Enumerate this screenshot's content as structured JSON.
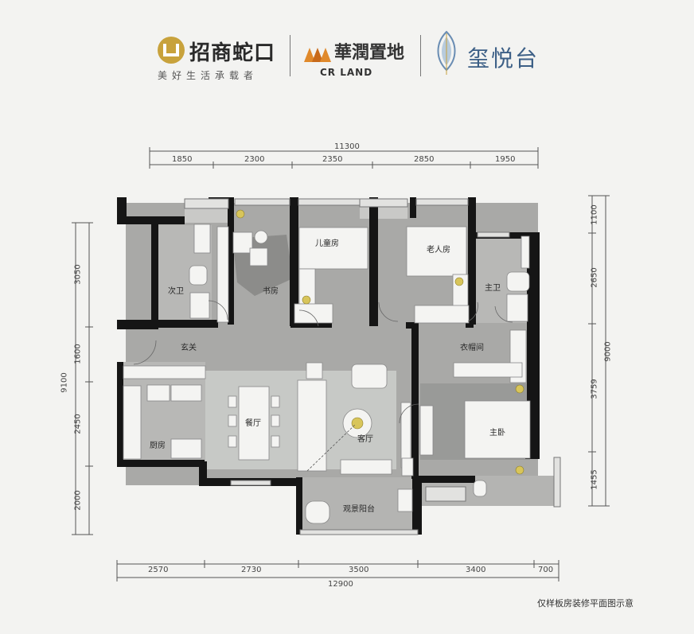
{
  "header": {
    "logo1": {
      "name": "招商蛇口",
      "slogan": "美好生活承载者"
    },
    "logo2": {
      "name": "華潤置地",
      "en": "CR LAND"
    },
    "logo3": {
      "name": "玺悦台"
    }
  },
  "dimensions": {
    "top_total": "11300",
    "top": [
      "1850",
      "2300",
      "2350",
      "2850",
      "1950"
    ],
    "bottom_total": "12900",
    "bottom": [
      "2570",
      "2730",
      "3500",
      "3400",
      "700"
    ],
    "left_total": "9100",
    "left": [
      "3050",
      "1600",
      "2450",
      "2000"
    ],
    "right_total": "9000",
    "right": [
      "1100",
      "2650",
      "3759",
      "1455"
    ]
  },
  "rooms": {
    "study": "书房",
    "kids_room": "儿童房",
    "elder_room": "老人房",
    "second_bath": "次卫",
    "master_bath": "主卫",
    "foyer": "玄关",
    "closet": "衣帽间",
    "dining": "餐厅",
    "living": "客厅",
    "kitchen": "厨房",
    "master_bed": "主卧",
    "balcony": "观景阳台"
  },
  "caption": "仅样板房装修平面图示意",
  "colors": {
    "wall": "#151515",
    "floor": "#a9a9a7",
    "rug": "#c7c9c6",
    "furniture": "#f4f4f2",
    "accent_gold": "#d8c55a",
    "logo_gold": "#c8a23c",
    "logo_orange": "#e0892b",
    "logo_blue": "#3c5f86"
  }
}
